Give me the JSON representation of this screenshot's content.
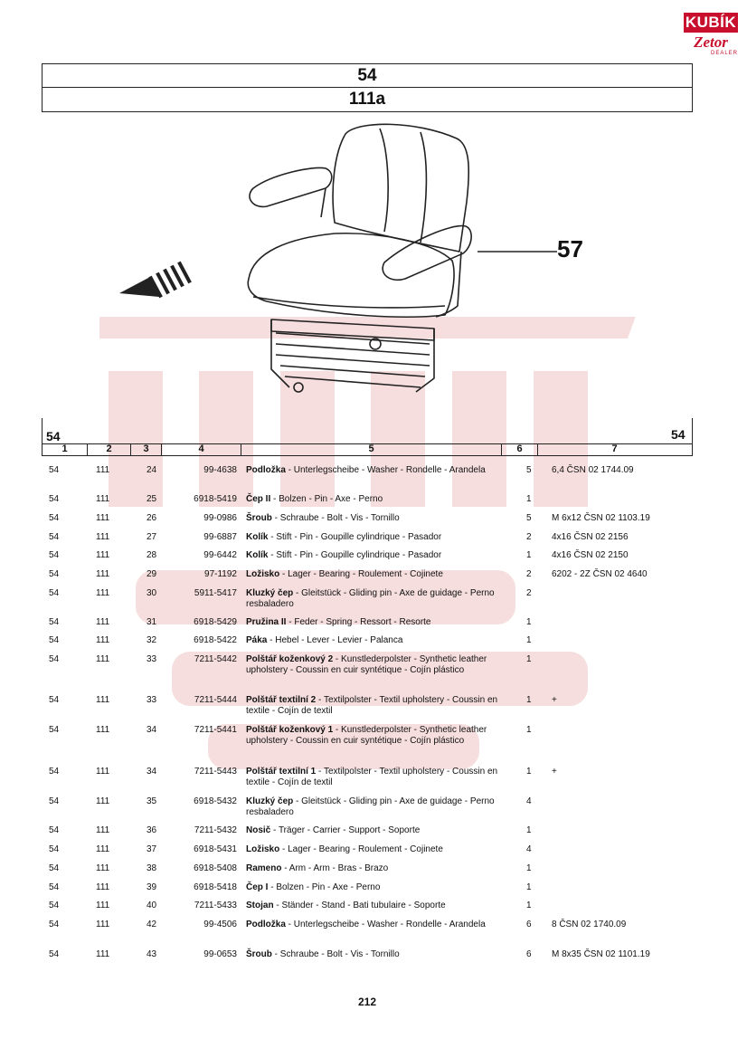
{
  "logo": {
    "brand": "KUBÍK",
    "sub": "Zetor",
    "tag": "DEALER"
  },
  "header": {
    "group": "54",
    "subgroup": "111a"
  },
  "drawing": {
    "callout": "57"
  },
  "section": {
    "left": "54",
    "right": "54"
  },
  "columns": [
    "1",
    "2",
    "3",
    "4",
    "5",
    "6",
    "7"
  ],
  "rows": [
    {
      "g": "54",
      "s": "111",
      "pos": "24",
      "part": "99-4638",
      "cz": "Podložka",
      "desc": " - Unterlegscheibe - Washer - Rondelle - Arandela",
      "qty": "5",
      "note": "6,4 ČSN 02 1744.09"
    },
    {
      "g": "54",
      "s": "111",
      "pos": "25",
      "part": "6918-5419",
      "cz": "Čep II",
      "desc": " - Bolzen - Pin - Axe - Perno",
      "qty": "1",
      "note": ""
    },
    {
      "g": "54",
      "s": "111",
      "pos": "26",
      "part": "99-0986",
      "cz": "Šroub",
      "desc": " - Schraube - Bolt - Vis - Tornillo",
      "qty": "5",
      "note": "M 6x12 ČSN 02 1103.19"
    },
    {
      "g": "54",
      "s": "111",
      "pos": "27",
      "part": "99-6887",
      "cz": "Kolík",
      "desc": " - Stift - Pin - Goupille cylindrique - Pasador",
      "qty": "2",
      "note": "4x16 ČSN 02 2156"
    },
    {
      "g": "54",
      "s": "111",
      "pos": "28",
      "part": "99-6442",
      "cz": "Kolík",
      "desc": " - Stift - Pin - Goupille cylindrique - Pasador",
      "qty": "1",
      "note": "4x16 ČSN 02 2150"
    },
    {
      "g": "54",
      "s": "111",
      "pos": "29",
      "part": "97-1192",
      "cz": "Ložisko",
      "desc": " - Lager - Bearing - Roulement - Cojinete",
      "qty": "2",
      "note": "6202 - 2Z ČSN 02 4640"
    },
    {
      "g": "54",
      "s": "111",
      "pos": "30",
      "part": "5911-5417",
      "cz": "Kluzký čep",
      "desc": " - Gleitstück - Gliding pin - Axe de guidage - Perno resbaladero",
      "qty": "2",
      "note": ""
    },
    {
      "g": "54",
      "s": "111",
      "pos": "31",
      "part": "6918-5429",
      "cz": "Pružina II",
      "desc": " - Feder - Spring - Ressort - Resorte",
      "qty": "1",
      "note": ""
    },
    {
      "g": "54",
      "s": "111",
      "pos": "32",
      "part": "6918-5422",
      "cz": "Páka",
      "desc": " - Hebel - Lever - Levier - Palanca",
      "qty": "1",
      "note": ""
    },
    {
      "g": "54",
      "s": "111",
      "pos": "33",
      "part": "7211-5442",
      "cz": "Polštář koženkový 2",
      "desc": " - Kunstlederpolster - Synthetic leather upholstery - Coussin en cuir syntétique - Cojín plástico",
      "qty": "1",
      "note": ""
    },
    {
      "g": "54",
      "s": "111",
      "pos": "33",
      "part": "7211-5444",
      "cz": "Polštář textilní 2",
      "desc": " - Textilpolster - Textil upholstery - Coussin en textile - Cojín de textil",
      "qty": "1",
      "note": "+"
    },
    {
      "g": "54",
      "s": "111",
      "pos": "34",
      "part": "7211-5441",
      "cz": "Polštář koženkový 1",
      "desc": " - Kunstlederpolster - Synthetic leather upholstery - Coussin en cuir syntétique - Cojín plástico",
      "qty": "1",
      "note": ""
    },
    {
      "g": "54",
      "s": "111",
      "pos": "34",
      "part": "7211-5443",
      "cz": "Polštář textilní 1",
      "desc": " - Textilpolster - Textil upholstery - Coussin en textile - Cojín de textil",
      "qty": "1",
      "note": "+"
    },
    {
      "g": "54",
      "s": "111",
      "pos": "35",
      "part": "6918-5432",
      "cz": "Kluzký čep",
      "desc": " - Gleitstück - Gliding pin - Axe de guidage - Perno resbaladero",
      "qty": "4",
      "note": ""
    },
    {
      "g": "54",
      "s": "111",
      "pos": "36",
      "part": "7211-5432",
      "cz": "Nosič",
      "desc": " - Träger - Carrier - Support - Soporte",
      "qty": "1",
      "note": ""
    },
    {
      "g": "54",
      "s": "111",
      "pos": "37",
      "part": "6918-5431",
      "cz": "Ložisko",
      "desc": " - Lager - Bearing - Roulement - Cojinete",
      "qty": "4",
      "note": ""
    },
    {
      "g": "54",
      "s": "111",
      "pos": "38",
      "part": "6918-5408",
      "cz": "Rameno",
      "desc": " - Arm - Arm - Bras - Brazo",
      "qty": "1",
      "note": ""
    },
    {
      "g": "54",
      "s": "111",
      "pos": "39",
      "part": "6918-5418",
      "cz": "Čep I",
      "desc": " - Bolzen - Pin - Axe - Perno",
      "qty": "1",
      "note": ""
    },
    {
      "g": "54",
      "s": "111",
      "pos": "40",
      "part": "7211-5433",
      "cz": "Stojan",
      "desc": " - Ständer - Stand - Bati tubulaire - Soporte",
      "qty": "1",
      "note": ""
    },
    {
      "g": "54",
      "s": "111",
      "pos": "42",
      "part": "99-4506",
      "cz": "Podložka",
      "desc": " - Unterlegscheibe - Washer - Rondelle - Arandela",
      "qty": "6",
      "note": "8 ČSN 02 1740.09"
    },
    {
      "g": "54",
      "s": "111",
      "pos": "43",
      "part": "99-0653",
      "cz": "Šroub",
      "desc": " - Schraube - Bolt - Vis - Tornillo",
      "qty": "6",
      "note": "M 8x35 ČSN 02 1101.19"
    }
  ],
  "page_number": "212"
}
